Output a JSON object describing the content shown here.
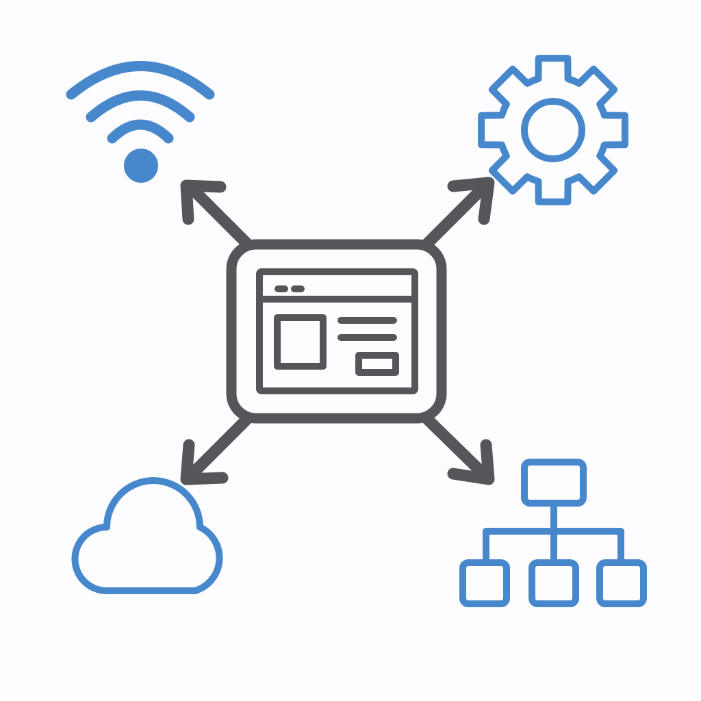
{
  "colors": {
    "background": "#fdfcfe",
    "central_stroke": "#56565a",
    "arrow_stroke": "#56565a",
    "icon_stroke": "#4787cc",
    "icon_fill": "#4787cc",
    "central_fill": "#fdfcfe"
  },
  "nodes": {
    "center": {
      "icon": "app-window-icon"
    },
    "top_left": {
      "icon": "wifi-icon"
    },
    "top_right": {
      "icon": "gear-icon"
    },
    "bottom_left": {
      "icon": "cloud-icon"
    },
    "bottom_right": {
      "icon": "hierarchy-network-icon"
    }
  },
  "connections": [
    {
      "from": "center",
      "to": "top_left",
      "directed": true
    },
    {
      "from": "center",
      "to": "top_right",
      "directed": true
    },
    {
      "from": "center",
      "to": "bottom_left",
      "directed": true
    },
    {
      "from": "center",
      "to": "bottom_right",
      "directed": true
    }
  ]
}
